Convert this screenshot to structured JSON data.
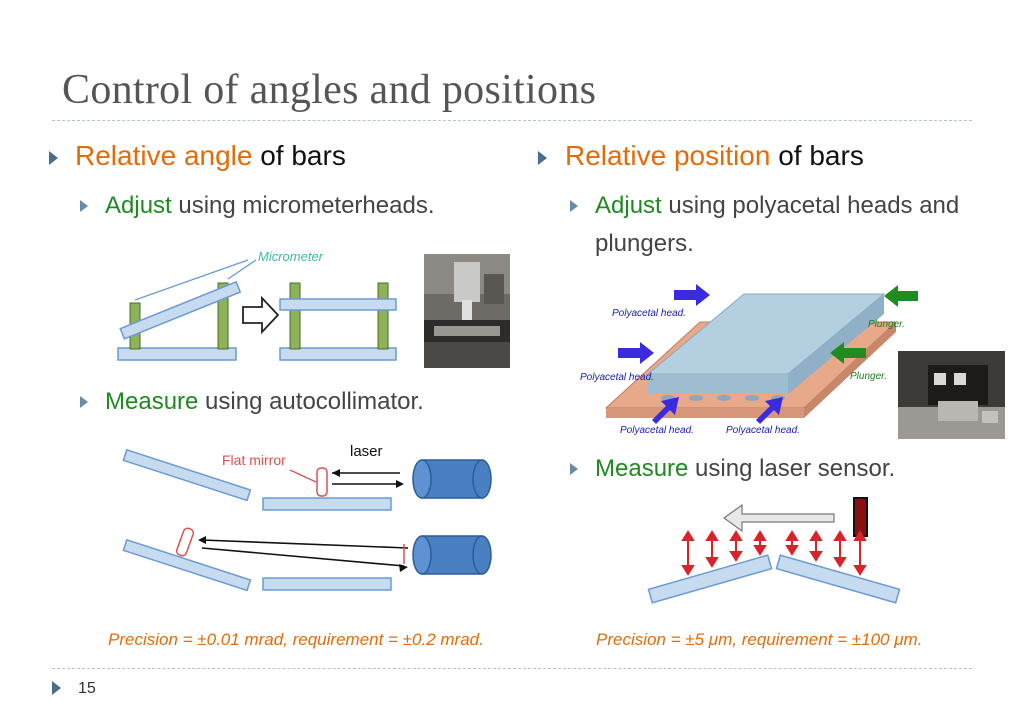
{
  "title": "Control of angles and positions",
  "left": {
    "heading_highlight": "Relative angle",
    "heading_rest": " of bars",
    "items": [
      {
        "verb": "Adjust",
        "rest": " using micrometerheads."
      },
      {
        "verb": "Measure",
        "rest": " using autocollimator."
      }
    ],
    "fig1": {
      "micrometer_label": "Micrometer"
    },
    "fig2": {
      "mirror_label": "Flat mirror",
      "laser_label": "laser"
    },
    "precision": "Precision = ±0.01 mrad, requirement = ±0.2 mrad."
  },
  "right": {
    "heading_highlight": "Relative position",
    "heading_rest": " of bars",
    "items": [
      {
        "verb": "Adjust",
        "rest": " using polyacetal heads and plungers."
      },
      {
        "verb": "Measure",
        "rest": " using laser sensor."
      }
    ],
    "fig1": {
      "poly_head_label": "Polyacetal head.",
      "plunger_label": "Plunger."
    },
    "precision": "Precision = ±5 μm, requirement = ±100 μm."
  },
  "footer": {
    "page_number": "15"
  },
  "colors": {
    "orange": "#e36c0a",
    "green": "#1f8a1f",
    "bar_fill": "#c6dbf0",
    "bar_stroke": "#6b9bd1",
    "post": "#8cb35a"
  }
}
